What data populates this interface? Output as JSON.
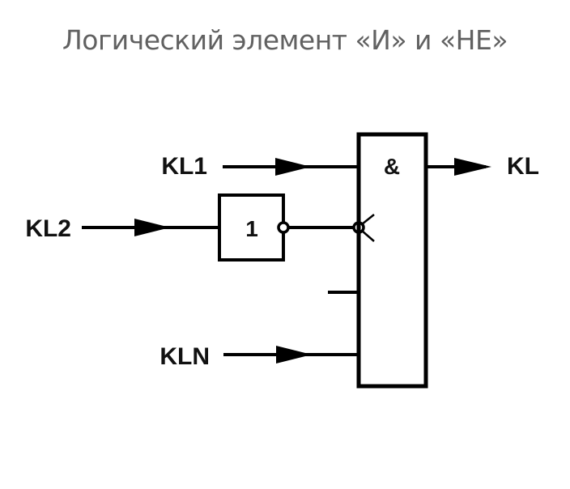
{
  "title": "Логический элемент «И» и «НЕ»",
  "diagram": {
    "type": "logic-circuit",
    "inputs": [
      {
        "id": "kl1",
        "label": "KL1"
      },
      {
        "id": "kl2",
        "label": "KL2",
        "through_not_gate": true
      },
      {
        "id": "kln",
        "label": "KLN"
      }
    ],
    "not_gate": {
      "symbol": "1",
      "inverted_output": true
    },
    "and_gate": {
      "symbol": "&",
      "inverted_input": "kl2",
      "extra_unlabeled_input": true
    },
    "output": {
      "label": "KL"
    },
    "colors": {
      "line": "#000000",
      "title": "#616161",
      "background": "#ffffff"
    }
  }
}
